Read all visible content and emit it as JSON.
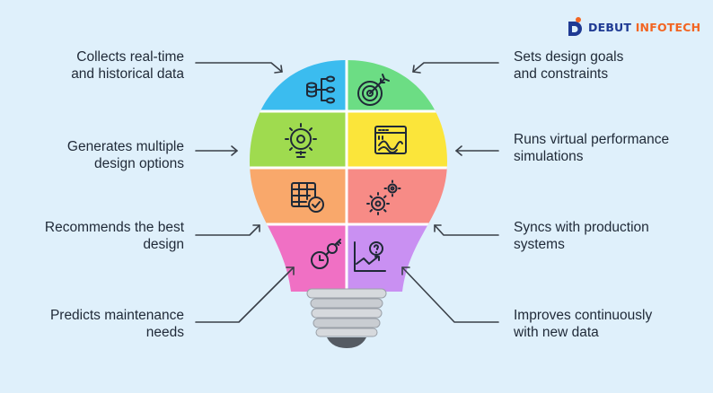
{
  "brand": {
    "name_part1": "DEBUT",
    "name_part2": "INFOTECH",
    "color_primary": "#1f3a93",
    "color_accent": "#f26522"
  },
  "labels": {
    "collects": [
      "Collects real-time",
      "and historical data"
    ],
    "generates": [
      "Generates multiple",
      "design options"
    ],
    "recommends": [
      "Recommends the best",
      "design"
    ],
    "predicts": [
      "Predicts maintenance",
      "needs"
    ],
    "sets_goals": [
      "Sets design goals",
      "and constraints"
    ],
    "simulations": [
      "Runs virtual performance",
      "simulations"
    ],
    "syncs": [
      "Syncs with production",
      "systems"
    ],
    "improves": [
      "Improves continuously",
      "with new data"
    ]
  },
  "segments": {
    "blue": "#3bbcef",
    "green": "#6cdd84",
    "lime": "#9fdb4f",
    "yellow": "#fbe53a",
    "orange": "#f9a86b",
    "salmon": "#f78b86",
    "pink": "#f070c4",
    "purple": "#c990f2"
  },
  "icons": {
    "collects": "database-icon",
    "sets_goals": "target-icon",
    "generates": "gear-bulb-icon",
    "simulations": "browser-chart-icon",
    "recommends": "table-check-icon",
    "syncs": "gears-icon",
    "predicts": "clock-key-icon",
    "improves": "chart-question-icon"
  }
}
